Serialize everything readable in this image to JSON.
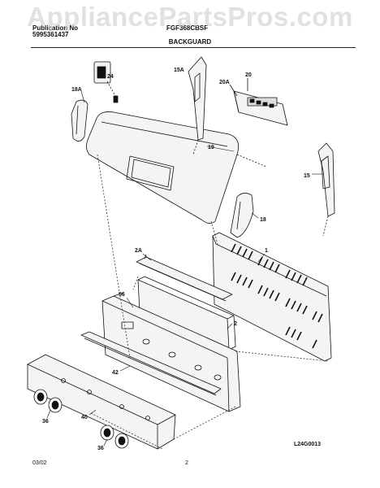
{
  "watermark": "AppliancePartsPros.com",
  "header": {
    "brand": "Publication No",
    "publication_no": "5995361437",
    "model": "FGF368CBSF"
  },
  "section_title": "BACKGUARD",
  "footer": {
    "date": "03/02",
    "page": "2",
    "drawing_code": "L24G0013"
  },
  "part_labels": {
    "p1": "1",
    "p2": "2",
    "p2A": "2A",
    "p15": "15",
    "p15A": "15A",
    "p18": "18",
    "p18A": "18A",
    "p19": "19",
    "p20": "20",
    "p20A": "20A",
    "p24": "24",
    "p36a": "36",
    "p36b": "36",
    "p40": "40",
    "p42": "42",
    "p56": "56"
  },
  "colors": {
    "line": "#111111",
    "dash": "#333333",
    "fill": "#f4f4f4"
  }
}
